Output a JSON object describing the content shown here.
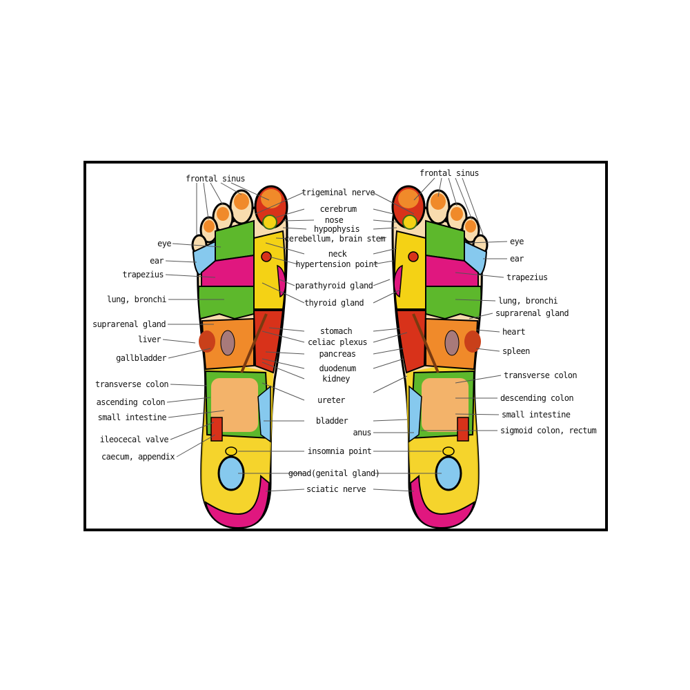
{
  "colors": {
    "green": "#5db82c",
    "magenta": "#e0177f",
    "yellow": "#f4d215",
    "orange": "#f08a2a",
    "red": "#d8321a",
    "light_blue": "#86c9ee",
    "tan": "#f8dcae",
    "frame": "#000000"
  },
  "left_labels": [
    "frontal sinus",
    "eye",
    "ear",
    "trapezius",
    "lung, bronchi",
    "suprarenal gland",
    "liver",
    "gallbladder",
    "transverse colon",
    "ascending colon",
    "small intestine",
    "ileocecal valve",
    "caecum, appendix"
  ],
  "center_labels": [
    "trigeminal nerve",
    "cerebrum",
    "nose",
    "hypophysis",
    "cerebellum, brain stem",
    "neck",
    "hypertension point",
    "parathyroid gland",
    "thyroid gland",
    "stomach",
    "celiac plexus",
    "pancreas",
    "duodenum",
    "kidney",
    "ureter",
    "bladder",
    "anus",
    "insomnia point",
    "gonad(genital gland)",
    "sciatic nerve"
  ],
  "right_labels": [
    "frontal sinus",
    "eye",
    "ear",
    "trapezius",
    "lung, bronchi",
    "suprarenal gland",
    "heart",
    "spleen",
    "transverse colon",
    "descending colon",
    "small intestine",
    "sigmoid colon, rectum"
  ]
}
